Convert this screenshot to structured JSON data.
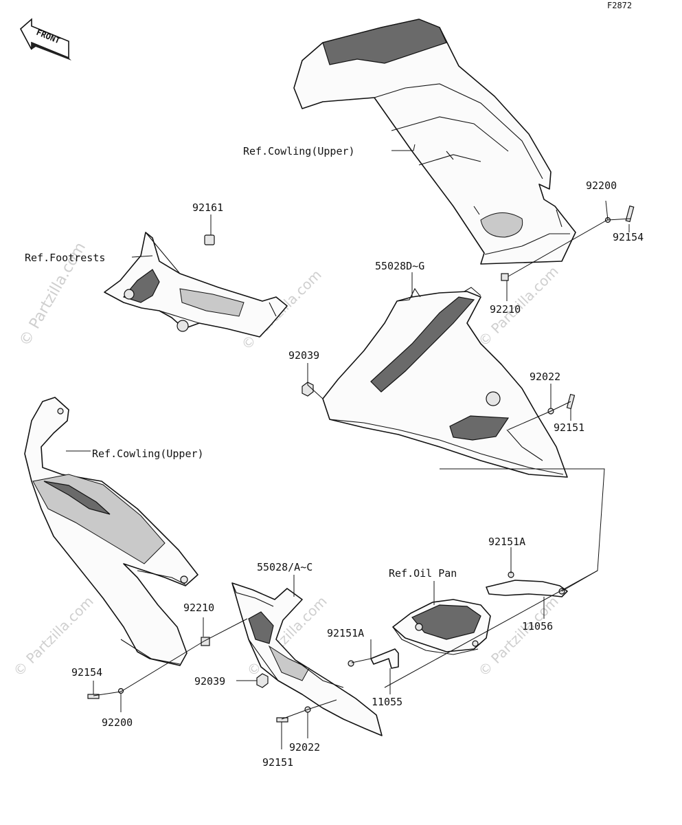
{
  "diagram_code": "F2872",
  "front_label": "FRONT",
  "watermark": "© Partzilla.com",
  "labels": {
    "ref_cowling_upper_top": "Ref.Cowling(Upper)",
    "ref_cowling_upper_left": "Ref.Cowling(Upper)",
    "ref_footrests": "Ref.Footrests",
    "ref_oil_pan": "Ref.Oil Pan",
    "p92161": "92161",
    "p92200_top": "92200",
    "p92154_top": "92154",
    "p55028_dg": "55028D~G",
    "p92210_top": "92210",
    "p92039_top": "92039",
    "p92022_top": "92022",
    "p92151_top": "92151",
    "p92151a_top": "92151A",
    "p55028_ac": "55028/A~C",
    "p11056": "11056",
    "p92210_left": "92210",
    "p92151a_mid": "92151A",
    "p92154_left": "92154",
    "p92039_bottom": "92039",
    "p11055": "11055",
    "p92200_left": "92200",
    "p92022_bottom": "92022",
    "p92151_bottom": "92151"
  }
}
